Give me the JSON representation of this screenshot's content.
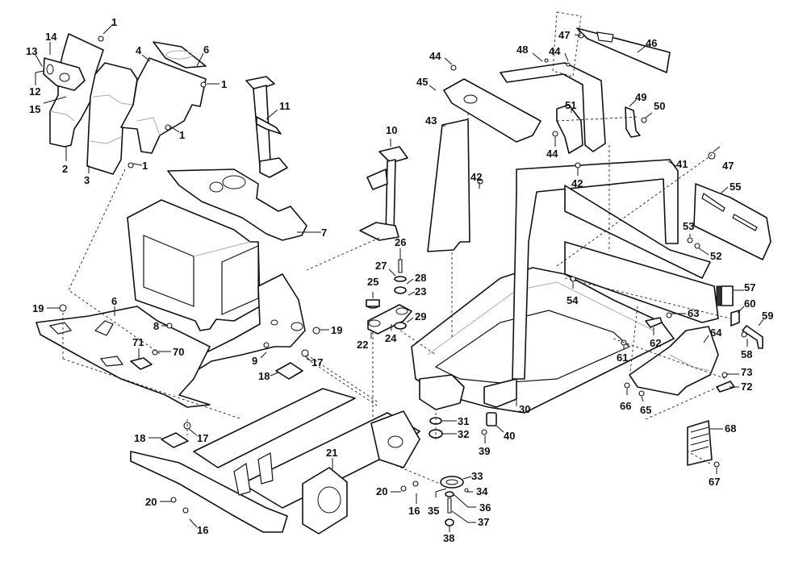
{
  "diagram": {
    "type": "exploded-parts-diagram",
    "subject": "chassis frame assembly",
    "callouts": [
      {
        "id": "c1a",
        "label": "1"
      },
      {
        "id": "c1b",
        "label": "1"
      },
      {
        "id": "c1c",
        "label": "1"
      },
      {
        "id": "c1d",
        "label": "1"
      },
      {
        "id": "c2",
        "label": "2"
      },
      {
        "id": "c3",
        "label": "3"
      },
      {
        "id": "c4",
        "label": "4"
      },
      {
        "id": "c6a",
        "label": "6"
      },
      {
        "id": "c6b",
        "label": "6"
      },
      {
        "id": "c7",
        "label": "7"
      },
      {
        "id": "c8",
        "label": "8"
      },
      {
        "id": "c9",
        "label": "9"
      },
      {
        "id": "c10",
        "label": "10"
      },
      {
        "id": "c11",
        "label": "11"
      },
      {
        "id": "c12",
        "label": "12"
      },
      {
        "id": "c13",
        "label": "13"
      },
      {
        "id": "c14",
        "label": "14"
      },
      {
        "id": "c15",
        "label": "15"
      },
      {
        "id": "c16a",
        "label": "16"
      },
      {
        "id": "c16b",
        "label": "16"
      },
      {
        "id": "c17a",
        "label": "17"
      },
      {
        "id": "c17b",
        "label": "17"
      },
      {
        "id": "c18a",
        "label": "18"
      },
      {
        "id": "c18b",
        "label": "18"
      },
      {
        "id": "c19a",
        "label": "19"
      },
      {
        "id": "c19b",
        "label": "19"
      },
      {
        "id": "c20a",
        "label": "20"
      },
      {
        "id": "c20b",
        "label": "20"
      },
      {
        "id": "c21",
        "label": "21"
      },
      {
        "id": "c22",
        "label": "22"
      },
      {
        "id": "c23",
        "label": "23"
      },
      {
        "id": "c24",
        "label": "24"
      },
      {
        "id": "c25",
        "label": "25"
      },
      {
        "id": "c26",
        "label": "26"
      },
      {
        "id": "c27",
        "label": "27"
      },
      {
        "id": "c28",
        "label": "28"
      },
      {
        "id": "c29",
        "label": "29"
      },
      {
        "id": "c30",
        "label": "30"
      },
      {
        "id": "c31",
        "label": "31"
      },
      {
        "id": "c32",
        "label": "32"
      },
      {
        "id": "c33",
        "label": "33"
      },
      {
        "id": "c34",
        "label": "34"
      },
      {
        "id": "c35",
        "label": "35"
      },
      {
        "id": "c36",
        "label": "36"
      },
      {
        "id": "c37",
        "label": "37"
      },
      {
        "id": "c38",
        "label": "38"
      },
      {
        "id": "c39",
        "label": "39"
      },
      {
        "id": "c40",
        "label": "40"
      },
      {
        "id": "c41",
        "label": "41"
      },
      {
        "id": "c42a",
        "label": "42"
      },
      {
        "id": "c42b",
        "label": "42"
      },
      {
        "id": "c43",
        "label": "43"
      },
      {
        "id": "c44a",
        "label": "44"
      },
      {
        "id": "c44b",
        "label": "44"
      },
      {
        "id": "c44c",
        "label": "44"
      },
      {
        "id": "c45",
        "label": "45"
      },
      {
        "id": "c46",
        "label": "46"
      },
      {
        "id": "c47a",
        "label": "47"
      },
      {
        "id": "c47b",
        "label": "47"
      },
      {
        "id": "c48",
        "label": "48"
      },
      {
        "id": "c49",
        "label": "49"
      },
      {
        "id": "c50",
        "label": "50"
      },
      {
        "id": "c51",
        "label": "51"
      },
      {
        "id": "c52",
        "label": "52"
      },
      {
        "id": "c53",
        "label": "53"
      },
      {
        "id": "c54",
        "label": "54"
      },
      {
        "id": "c55",
        "label": "55"
      },
      {
        "id": "c57",
        "label": "57"
      },
      {
        "id": "c58",
        "label": "58"
      },
      {
        "id": "c59",
        "label": "59"
      },
      {
        "id": "c60",
        "label": "60"
      },
      {
        "id": "c61",
        "label": "61"
      },
      {
        "id": "c62",
        "label": "62"
      },
      {
        "id": "c63",
        "label": "63"
      },
      {
        "id": "c64",
        "label": "64"
      },
      {
        "id": "c65",
        "label": "65"
      },
      {
        "id": "c66",
        "label": "66"
      },
      {
        "id": "c67",
        "label": "67"
      },
      {
        "id": "c68",
        "label": "68"
      },
      {
        "id": "c70",
        "label": "70"
      },
      {
        "id": "c71",
        "label": "71"
      },
      {
        "id": "c72",
        "label": "72"
      },
      {
        "id": "c73",
        "label": "73"
      }
    ]
  }
}
